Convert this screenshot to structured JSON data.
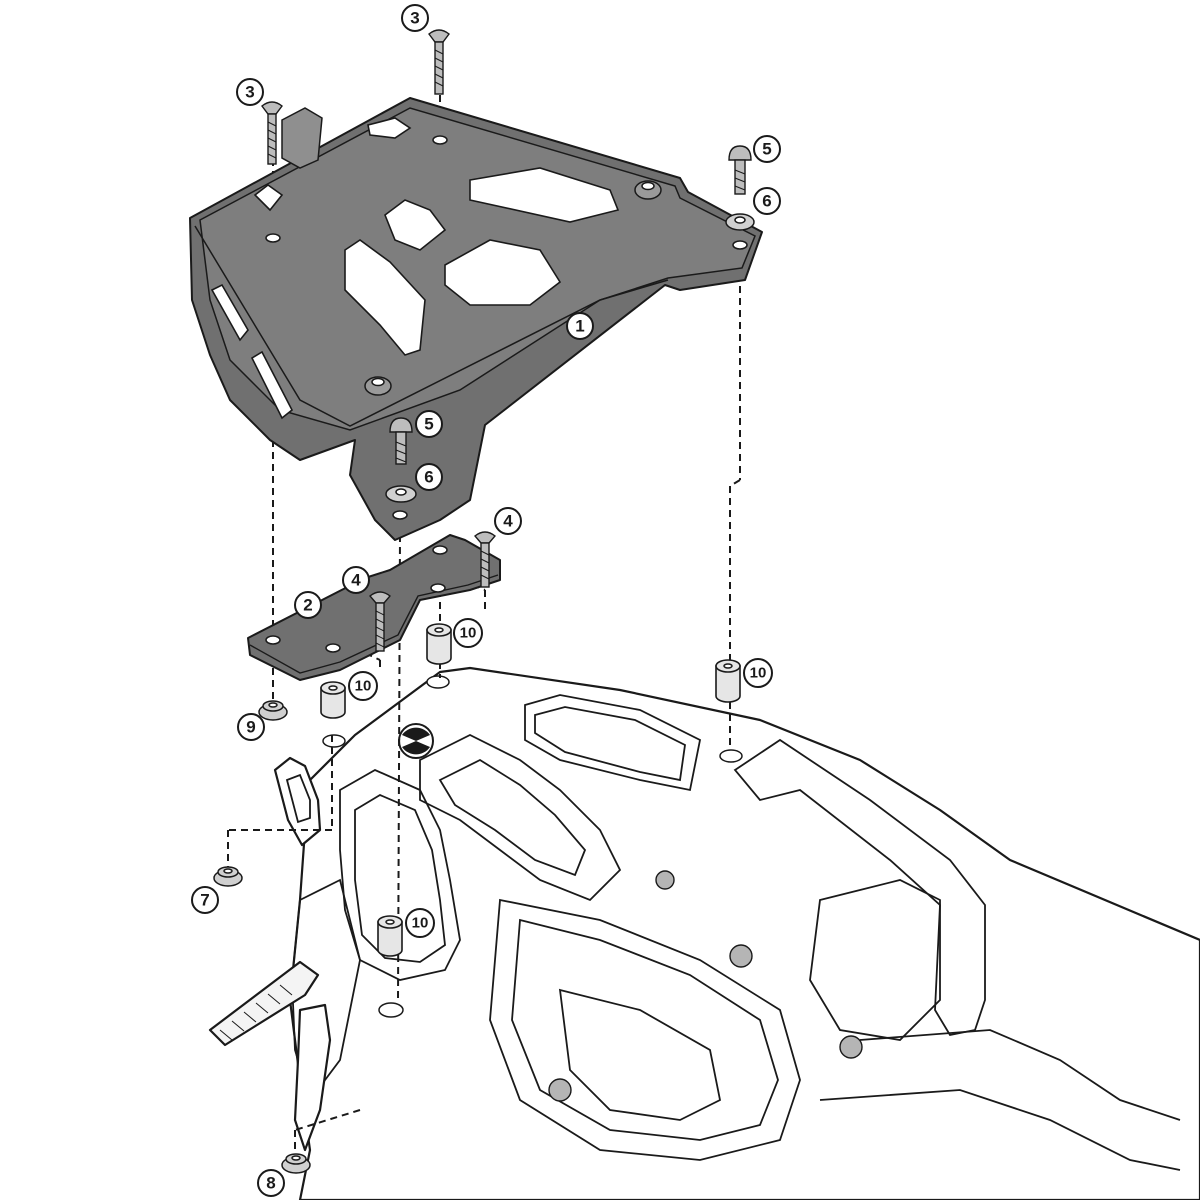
{
  "callouts": {
    "c1": "1",
    "c2": "2",
    "c3a": "3",
    "c3b": "3",
    "c4a": "4",
    "c4b": "4",
    "c5a": "5",
    "c5b": "5",
    "c6a": "6",
    "c6b": "6",
    "c7": "7",
    "c8": "8",
    "c9": "9",
    "c10a": "10",
    "c10b": "10",
    "c10c": "10",
    "c10d": "10"
  },
  "colors": {
    "plate": "#707070",
    "line": "#1a1a1a",
    "frame": "#ffffff"
  }
}
